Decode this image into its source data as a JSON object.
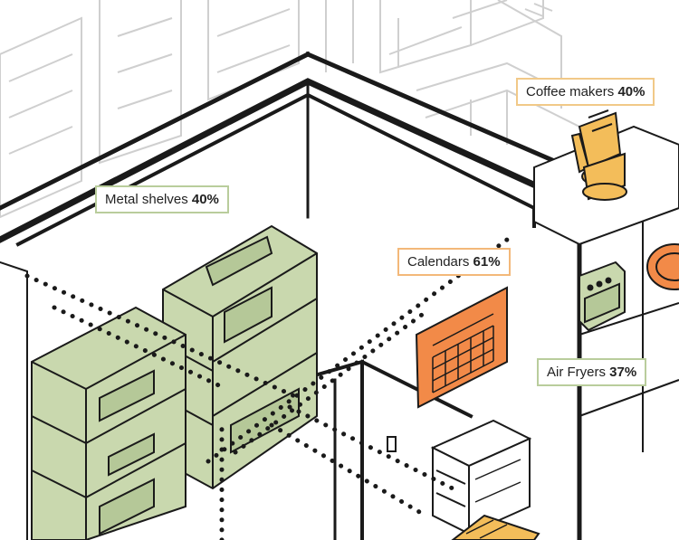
{
  "callouts": [
    {
      "name": "Coffee makers",
      "value": "40%",
      "accent": "#f1c988"
    },
    {
      "name": "Metal shelves",
      "value": "40%",
      "accent": "#b9cd9c"
    },
    {
      "name": "Calendars",
      "value": "61%",
      "accent": "#f3b879"
    },
    {
      "name": "Air Fryers",
      "value": "37%",
      "accent": "#b9cd9c"
    }
  ],
  "colors": {
    "outline": "#1a1a1a",
    "shelf_green": "#c9d8ae",
    "calendar_orange": "#f28a48",
    "coffee_yellow": "#f3bd5a",
    "background_lines": "#cfcfcf"
  },
  "icons": [
    "metal-shelf-icon",
    "calendar-icon",
    "coffee-maker-icon",
    "air-fryer-icon",
    "file-cabinet-icon"
  ]
}
